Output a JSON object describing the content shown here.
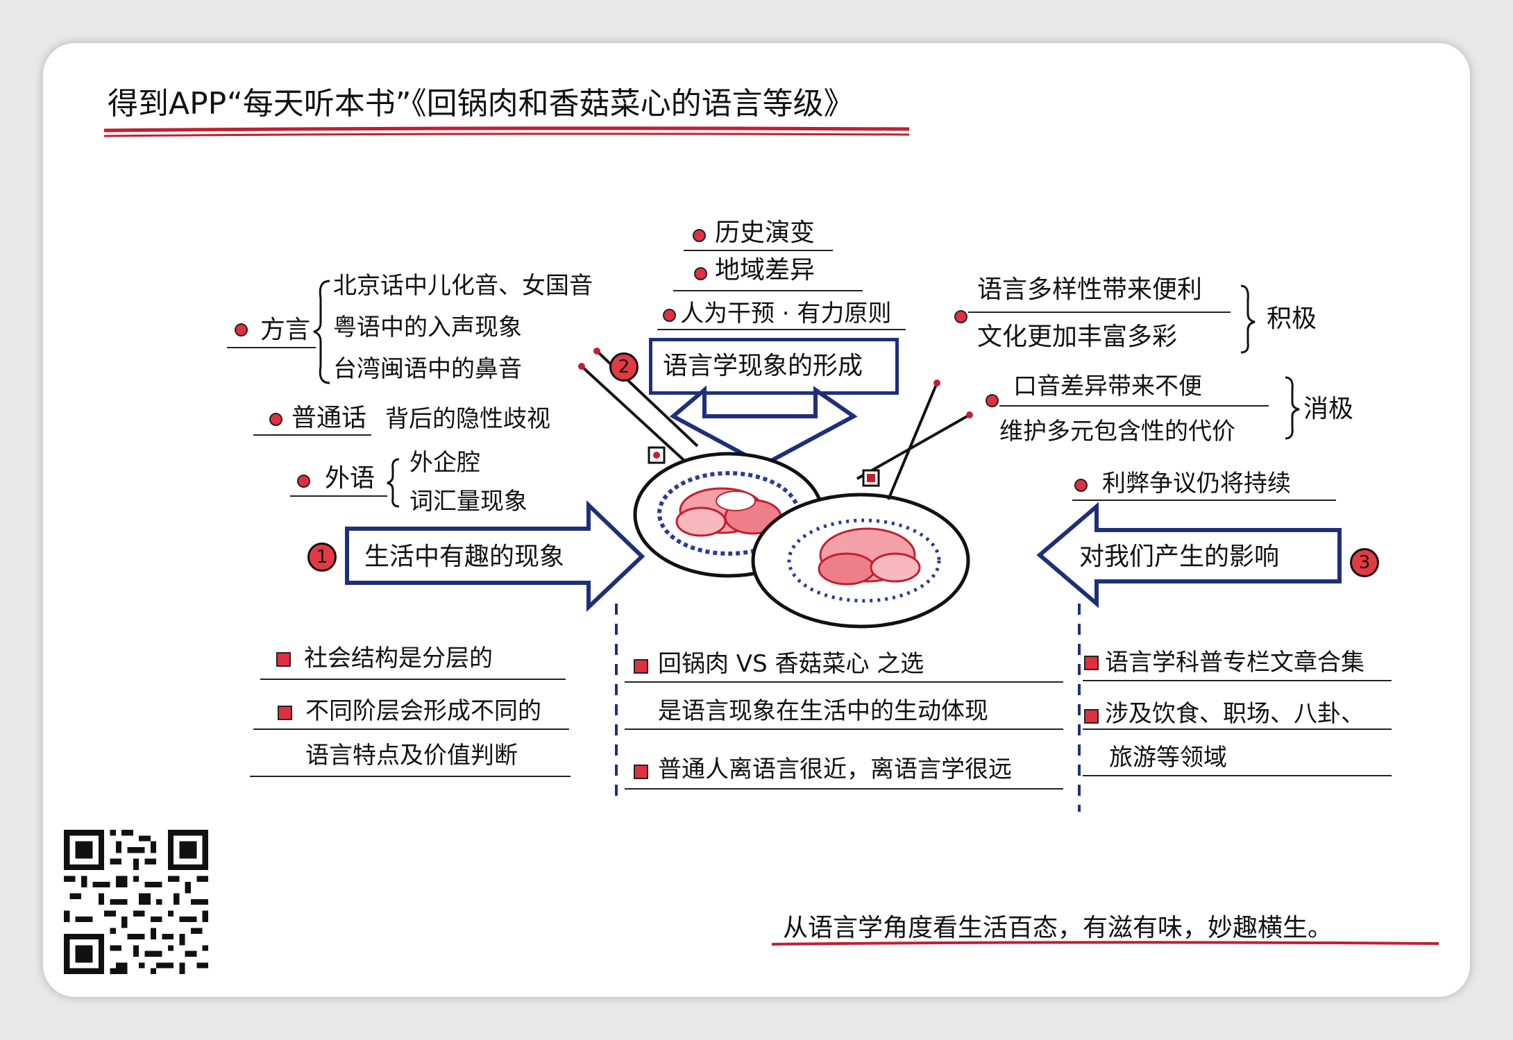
{
  "title": "得到APP“每天听本书”《回锅肉和香菇菜心的语言等级》",
  "colors": {
    "navy": "#1e2f7a",
    "red": "#e03040",
    "ink": "#111111"
  },
  "tagline": "从语言学角度看生活百态，有滋有味，妙趣横生。",
  "sections": {
    "s1": {
      "number": "1",
      "label": "生活中有趣的现象",
      "dialect": {
        "label": "方言",
        "items": [
          "北京话中儿化音、女国音",
          "粤语中的入声现象",
          "台湾闽语中的鼻音"
        ]
      },
      "mandarin": {
        "label": "普通话",
        "text": "背后的隐性歧视"
      },
      "foreign": {
        "label": "外语",
        "items": [
          "外企腔",
          "词汇量现象"
        ]
      }
    },
    "s2": {
      "number": "2",
      "label": "语言学现象的形成",
      "items": [
        "历史演变",
        "地域差异",
        "人为干预 · 有力原则"
      ]
    },
    "s3": {
      "number": "3",
      "label": "对我们产生的影响",
      "positive": {
        "items": [
          "语言多样性带来便利",
          "文化更加丰富多彩"
        ],
        "tag": "积极"
      },
      "negative": {
        "items": [
          "口音差异带来不便",
          "维护多元包含性的代价"
        ],
        "tag": "消极"
      },
      "continuing": "利弊争议仍将持续"
    }
  },
  "bottom": {
    "left": [
      "社会结构是分层的",
      "不同阶层会形成不同的",
      "语言特点及价值判断"
    ],
    "middle": [
      "回锅肉 VS 香菇菜心 之选",
      "是语言现象在生活中的生动体现",
      "普通人离语言很近，离语言学很远"
    ],
    "right": [
      "语言学科普专栏文章合集",
      "涉及饮食、职场、八卦、",
      "旅游等领域"
    ]
  },
  "icons": {
    "qr": "qr-code-icon",
    "dish_left": "twice-cooked-pork-dish-icon",
    "dish_right": "mushroom-greens-dish-icon"
  }
}
